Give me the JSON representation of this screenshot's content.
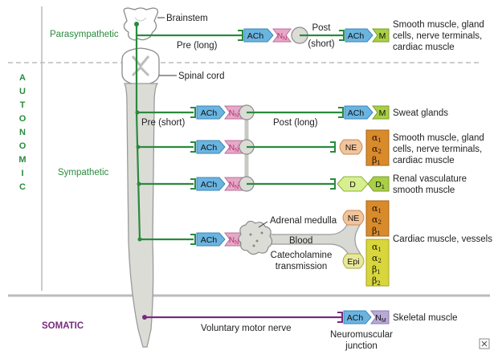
{
  "sections": {
    "autonomic_letters": [
      "A",
      "U",
      "T",
      "O",
      "N",
      "O",
      "M",
      "I",
      "C"
    ],
    "parasympathetic": "Parasympathetic",
    "sympathetic": "Sympathetic",
    "somatic": "SOMATIC"
  },
  "anatomy": {
    "brainstem": "Brainstem",
    "spinal_cord": "Spinal cord",
    "adrenal_medulla": "Adrenal medulla"
  },
  "fibers": {
    "pre_long": "Pre (long)",
    "post_short_1": "Post",
    "post_short_2": "(short)",
    "pre_short": "Pre (short)",
    "post_long": "Post (long)",
    "blood": "Blood",
    "catecholamine_1": "Catecholamine",
    "catecholamine_2": "transmission",
    "voluntary_motor_nerve": "Voluntary motor nerve",
    "nmj_1": "Neuromuscular",
    "nmj_2": "junction"
  },
  "transmitters": {
    "ach": "ACh",
    "ne": "NE",
    "epi": "Epi",
    "d": "D"
  },
  "receptors": {
    "nn_main": "N",
    "nn_sub": "N",
    "nm_main": "N",
    "nm_sub": "M",
    "m": "M",
    "d1_main": "D",
    "d1_sub": "1",
    "alpha": "α",
    "beta": "β",
    "sub1": "1",
    "sub2": "2"
  },
  "targets": {
    "para_1": "Smooth muscle, gland",
    "para_2": "cells, nerve terminals,",
    "para_3": "cardiac muscle",
    "sweat": "Sweat glands",
    "symp_1": "Smooth muscle, gland",
    "symp_2": "cells, nerve terminals,",
    "symp_3": "cardiac muscle",
    "renal_1": "Renal vasculature",
    "renal_2": "smooth muscle",
    "cardiac_vessels": "Cardiac muscle, vessels",
    "skeletal": "Skeletal muscle"
  },
  "colors": {
    "autonomic_green": "#2a8a3e",
    "somatic_purple": "#7a2a7e",
    "ach_blue": "#6ab4e0",
    "nn_pink": "#e6a8c8",
    "receptor_green": "#a9cf45",
    "ne_peach": "#f2c49b",
    "alpha_orange": "#d98a2b",
    "beta_yellow": "#d8d63c",
    "nm_lavender": "#b9a9d6",
    "cord_gray": "#d9d9d4",
    "divider_gray": "#bbbbbb"
  },
  "corner_icon": "fx-logo-icon"
}
